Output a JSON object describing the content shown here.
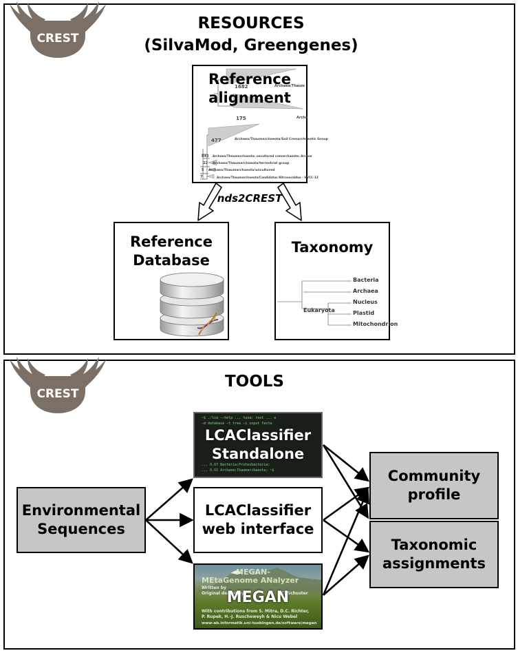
{
  "logo_text": "CREST",
  "resources": {
    "title": "RESOURCES",
    "subtitle": "(SilvaMod, Greengenes)",
    "alignment_title": "Reference\nalignment",
    "arrow_label": "nds2CREST",
    "database_title": "Reference\nDatabase",
    "taxonomy_title": "Taxonomy",
    "tree_labels": [
      "1682",
      "Archaea/Thaum",
      "175",
      "Archa",
      "477",
      "Archaea/Thaumarchaeota/Soil Crenarchaeotic Group",
      "843",
      "Archaea/Thaumarchaeota; uncultured crenarchaeote; Archae",
      "22",
      "Archaea/Thaumarchaeota/terrestrial group",
      "5",
      "Archaea/Thaumarchaeota/uncultured",
      "7",
      "Archaea/Thaumarchaeota/Candidatus Nitrosocaldus - HVCC-13"
    ],
    "taxonomy_labels": [
      "Bacteria",
      "Archaea",
      "Eukaryota",
      "Nucleus",
      "Plastid",
      "Mitochondrion"
    ]
  },
  "tools": {
    "title": "TOOLS",
    "environmental": "Environmental\nSequences",
    "standalone": "LCAClassifier\nStandalone",
    "web": "LCAClassifier\nweb interface",
    "megan": "MEGAN",
    "megan_banner_1": "MEGAN-",
    "megan_banner_2": "MEtaGenome ANalyzer",
    "megan_credit_1": "Written by",
    "megan_credit_2": "Original design by",
    "megan_credit_3": "C. Schuster",
    "megan_credit_4": "With contributions from S. Mitra, D.C. Richter,",
    "megan_credit_5": "P. Rupek, H.-J. Ruscheweyh & Nicu Webel",
    "megan_url": "www-ab.informatik.uni-tuebingen.de/software/megan",
    "community": "Community\nprofile",
    "taxonomic": "Taxonomic\nassignments"
  },
  "colors": {
    "logo": "#7b6f66",
    "box_gray": "#c6c6c6",
    "border": "#000000"
  }
}
